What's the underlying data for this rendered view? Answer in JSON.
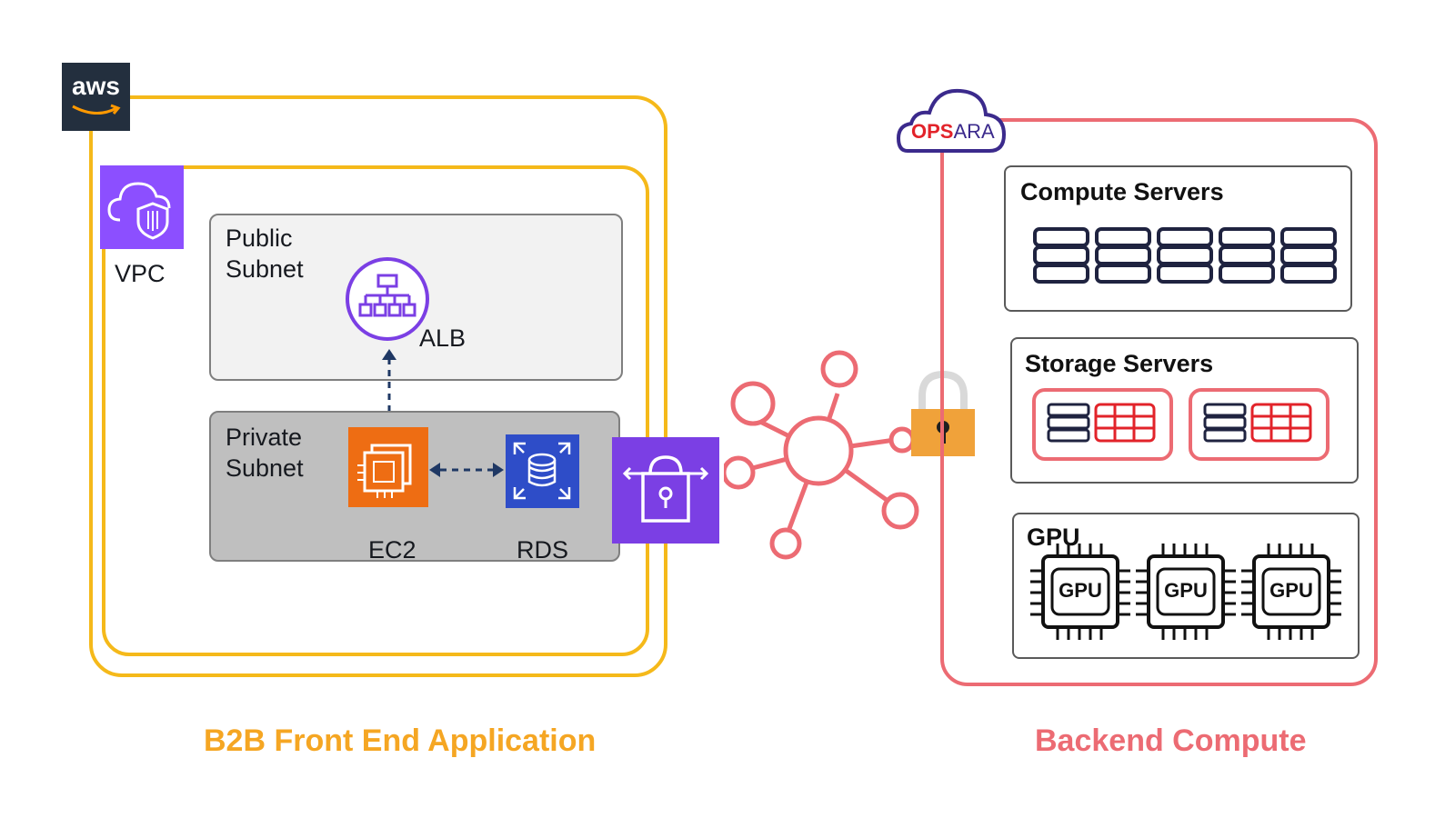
{
  "frontend": {
    "aws_logo_text": "aws",
    "vpc_label": "VPC",
    "public_subnet": {
      "line1": "Public",
      "line2": "Subnet"
    },
    "private_subnet": {
      "line1": "Private",
      "line2": "Subnet"
    },
    "alb_label": "ALB",
    "ec2_label": "EC2",
    "rds_label": "RDS",
    "caption": "B2B Front End Application"
  },
  "backend": {
    "logo_text_bold": "OPS",
    "logo_text_light": "ARA",
    "compute_title": "Compute Servers",
    "storage_title": "Storage Servers",
    "gpu_title": "GPU",
    "gpu_chip_label": "GPU",
    "caption": "Backend Compute"
  },
  "colors": {
    "aws_orange": "#f5b91a",
    "backend_red": "#ec6b73",
    "caption_front": "#f5a623",
    "caption_back": "#ec6b73",
    "vpc_purple": "#8c4fff",
    "ec2_orange": "#ee6d13",
    "rds_blue": "#2e4dc8"
  }
}
